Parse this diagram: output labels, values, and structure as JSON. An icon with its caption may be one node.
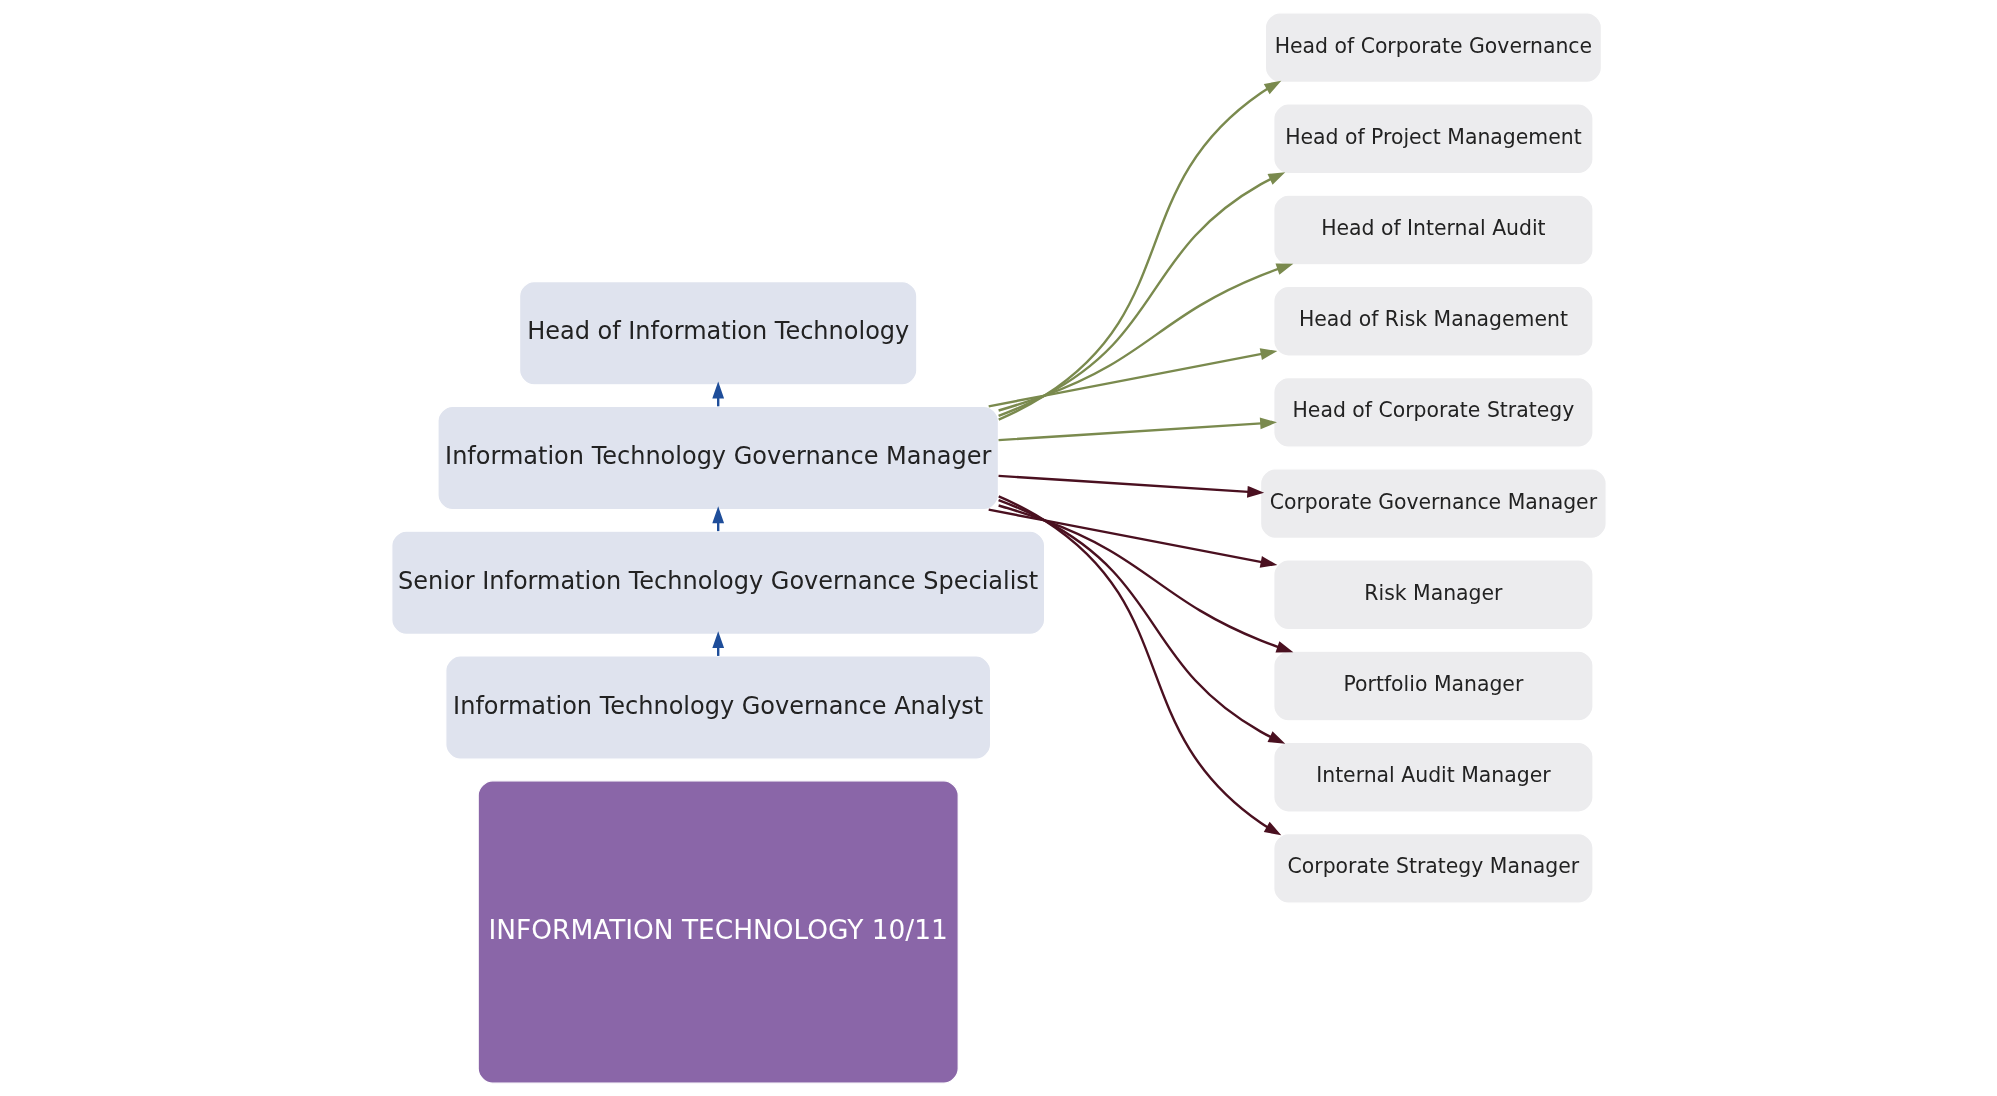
{
  "diagram": {
    "nodes": [
      {
        "text": [
          "INFORMATION TECHNOLOGY 10/11"
        ]
      },
      {
        "text": [
          "Head of Information Technology"
        ]
      },
      {
        "text": [
          "Information Technology Governance Manager"
        ]
      },
      {
        "text": [
          "Senior Information Technology Governance Specialist"
        ]
      },
      {
        "text": [
          "Information Technology Governance Analyst"
        ]
      },
      {
        "text": [
          "Head of Corporate Governance"
        ]
      },
      {
        "text": [
          "Head of Project Management"
        ]
      },
      {
        "text": [
          "Head of Internal Audit"
        ]
      },
      {
        "text": [
          "Head of Risk Management"
        ]
      },
      {
        "text": [
          "Head of Corporate Strategy"
        ]
      },
      {
        "text": [
          "Corporate Governance Manager"
        ]
      },
      {
        "text": [
          "Risk Manager"
        ]
      },
      {
        "text": [
          "Portfolio Manager"
        ]
      },
      {
        "text": [
          "Internal Audit Manager"
        ]
      },
      {
        "text": [
          "Corporate Strategy Manager"
        ]
      }
    ],
    "edges": [
      {
        "from": 2,
        "to": 1,
        "arrow": "to",
        "color": "#1f4e9a"
      },
      {
        "from": 3,
        "to": 2,
        "arrow": "to",
        "color": "#1f4e9a"
      },
      {
        "from": 4,
        "to": 3,
        "arrow": "to",
        "color": "#1f4e9a"
      },
      {
        "from": 2,
        "to": 5,
        "arrow": "to",
        "color": "#7a8a4e"
      },
      {
        "from": 2,
        "to": 6,
        "arrow": "to",
        "color": "#7a8a4e"
      },
      {
        "from": 2,
        "to": 7,
        "arrow": "to",
        "color": "#7a8a4e"
      },
      {
        "from": 2,
        "to": 8,
        "arrow": "to",
        "color": "#7a8a4e"
      },
      {
        "from": 2,
        "to": 9,
        "arrow": "to",
        "color": "#7a8a4e"
      },
      {
        "from": 2,
        "to": 10,
        "arrow": "to",
        "color": "#4a1020"
      },
      {
        "from": 2,
        "to": 11,
        "arrow": "to",
        "color": "#4a1020"
      },
      {
        "from": 2,
        "to": 12,
        "arrow": "to",
        "color": "#4a1020"
      },
      {
        "from": 2,
        "to": 13,
        "arrow": "to",
        "color": "#4a1020"
      },
      {
        "from": 2,
        "to": 14,
        "arrow": "to",
        "color": "#4a1020"
      }
    ]
  }
}
